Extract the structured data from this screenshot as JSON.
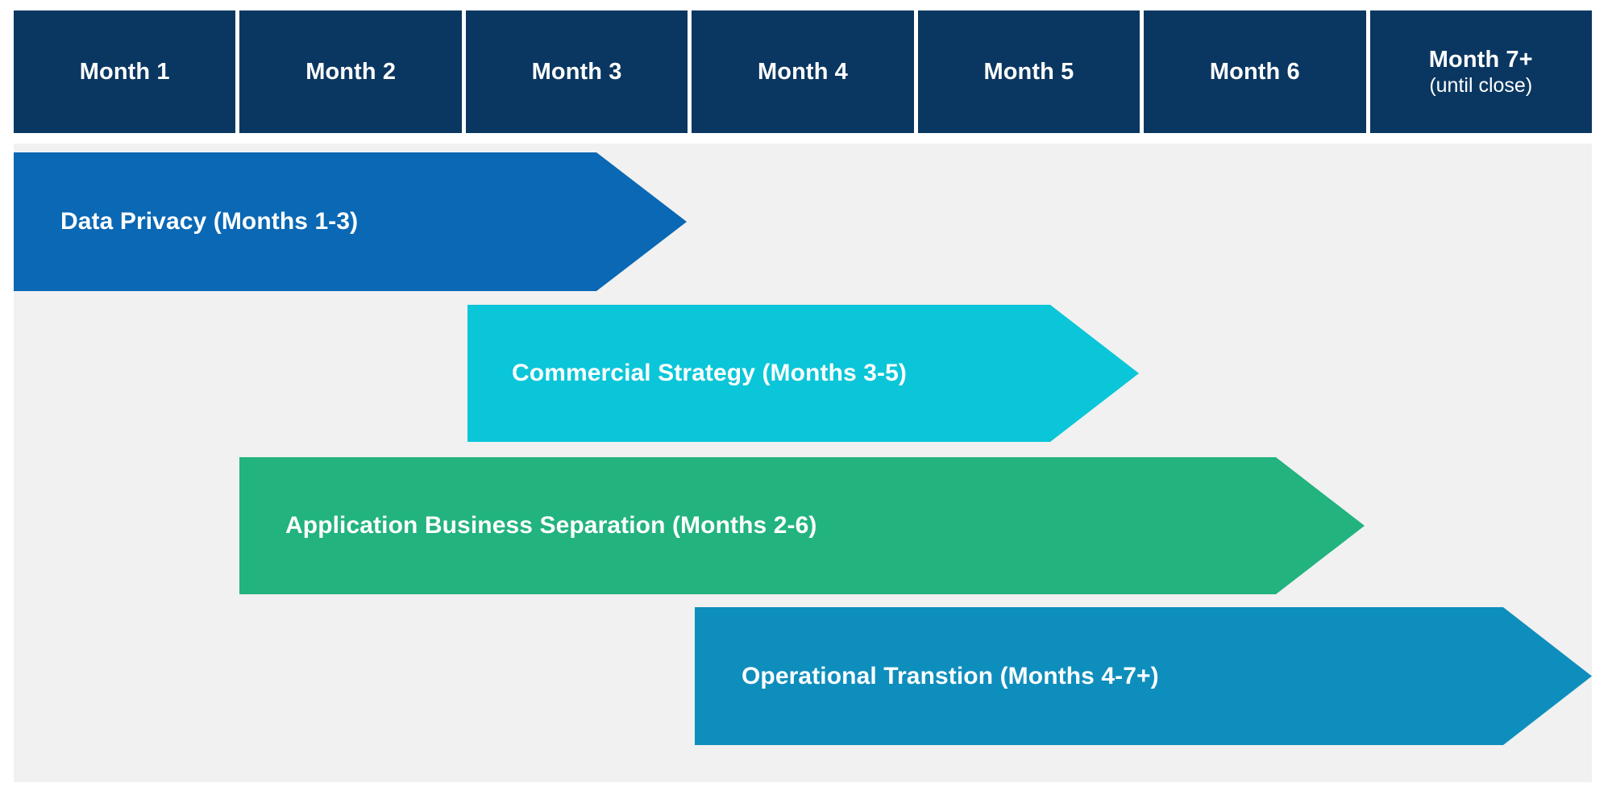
{
  "diagram": {
    "type": "timeline-chevron-roadmap",
    "background_color": "#ffffff",
    "panel_color": "#f1f1f1",
    "header_color": "#0a3761",
    "header": {
      "cells": [
        {
          "title": "Month 1",
          "subtitle": ""
        },
        {
          "title": "Month 2",
          "subtitle": ""
        },
        {
          "title": "Month 3",
          "subtitle": ""
        },
        {
          "title": "Month 4",
          "subtitle": ""
        },
        {
          "title": "Month 5",
          "subtitle": ""
        },
        {
          "title": "Month 6",
          "subtitle": ""
        },
        {
          "title": "Month 7+",
          "subtitle": "(until close)"
        }
      ]
    },
    "workstreams": [
      {
        "label": "Data Privacy (Months 1-3)",
        "color": "#0a68b4",
        "start_month": 1,
        "end_month": 3,
        "months_text": "Months 1-3"
      },
      {
        "label": "Commercial Strategy (Months 3-5)",
        "color": "#0ac6d8",
        "start_month": 3,
        "end_month": 5,
        "months_text": "Months 3-5"
      },
      {
        "label": "Application Business Separation (Months 2-6)",
        "color": "#22b37e",
        "start_month": 2,
        "end_month": 6,
        "months_text": "Months 2-6"
      },
      {
        "label": "Operational Transtion (Months 4-7+)",
        "color": "#0e8ebd",
        "start_month": 4,
        "end_month": 7,
        "months_text": "Months 4-7+"
      }
    ]
  },
  "chart_data": {
    "type": "bar",
    "title": "",
    "categories": [
      "Month 1",
      "Month 2",
      "Month 3",
      "Month 4",
      "Month 5",
      "Month 6",
      "Month 7+ (until close)"
    ],
    "series": [
      {
        "name": "Data Privacy (Months 1-3)",
        "start": 1,
        "end": 3,
        "color": "#0a68b4"
      },
      {
        "name": "Commercial Strategy (Months 3-5)",
        "start": 3,
        "end": 5,
        "color": "#0ac6d8"
      },
      {
        "name": "Application Business Separation (Months 2-6)",
        "start": 2,
        "end": 6,
        "color": "#22b37e"
      },
      {
        "name": "Operational Transtion (Months 4-7+)",
        "start": 4,
        "end": 7,
        "color": "#0e8ebd"
      }
    ],
    "xlabel": "",
    "ylabel": "",
    "xlim": [
      1,
      7
    ],
    "grid": false,
    "legend": "none"
  }
}
